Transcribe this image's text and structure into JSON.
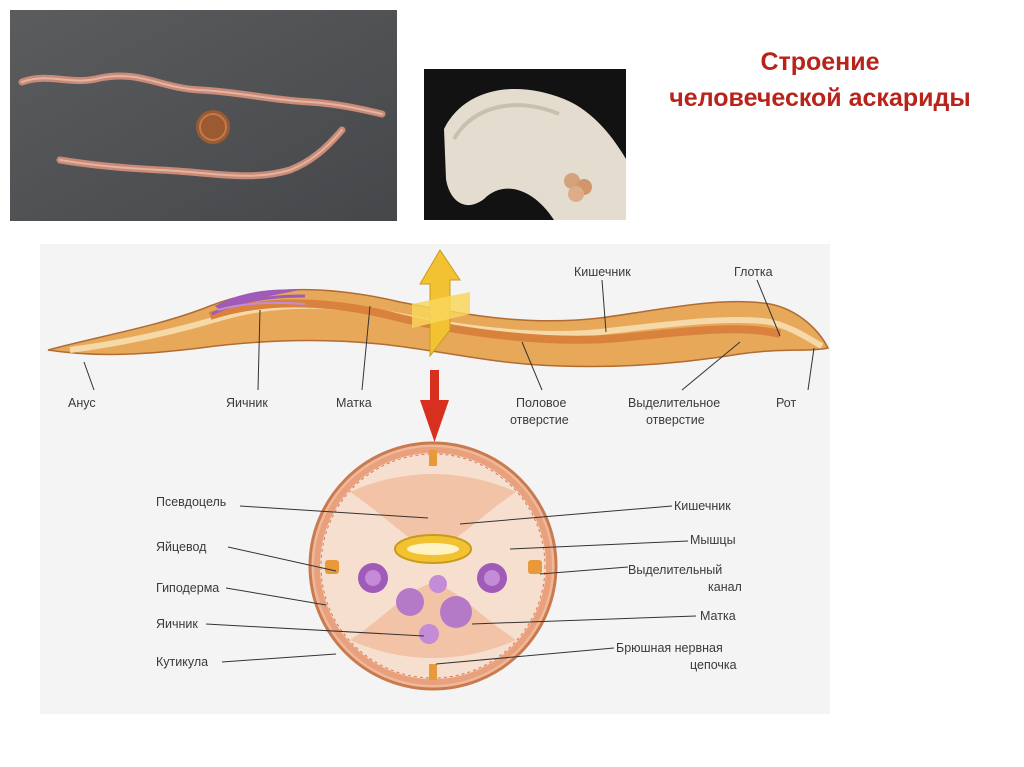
{
  "slide": {
    "title_line1": "Строение",
    "title_line2": "человеческой аскариды"
  },
  "labels": {
    "anus": "Анус",
    "ovary": "Яичник",
    "uterus": "Матка",
    "genital_opening_1": "Половое",
    "genital_opening_2": "отверстие",
    "excretory_opening_1": "Выделительное",
    "excretory_opening_2": "отверстие",
    "mouth": "Рот",
    "intestine": "Кишечник",
    "pharynx": "Глотка",
    "pseudocoel": "Псевдоцель",
    "oviduct": "Яйцевод",
    "hypodermis": "Гиподерма",
    "ovary_section": "Яичник",
    "cuticle": "Кутикула",
    "intestine_section": "Кишечник",
    "muscles": "Мышцы",
    "excretory_canal_1": "Выделительный",
    "excretory_canal_2": "канал",
    "uterus_section": "Матка",
    "nerve_cord_1": "Брюшная нервная",
    "nerve_cord_2": "цепочка"
  },
  "colors": {
    "title": "#b8231b",
    "body_fill": "#e8a85a",
    "intestine": "#d9823e",
    "ovary": "#a05ab8",
    "arrow_yellow": "#f3c233",
    "arrow_red": "#d8301f",
    "section_fill": "#f6dfcf",
    "section_outline": "#c97b4f"
  }
}
